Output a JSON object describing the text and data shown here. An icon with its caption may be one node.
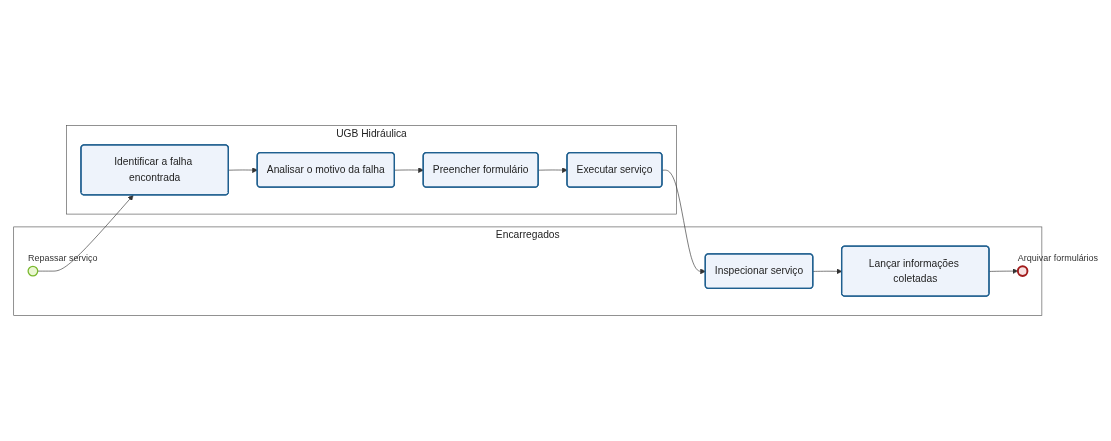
{
  "diagram": {
    "nodes": [
      {
        "text": [
          "Encarregados"
        ]
      },
      {
        "text": [],
        "shape": "circle",
        "beside": [
          "Repassar serviço"
        ],
        "in": 0
      },
      {
        "text": [
          "Inspecionar serviço"
        ],
        "in": 0
      },
      {
        "text": [
          "Lançar informações coletadas"
        ],
        "in": 0
      },
      {
        "text": [],
        "shape": "circle",
        "beside": [
          "Arquivar formulários"
        ],
        "in": 0
      },
      {
        "text": [
          "UGB Hidráulica"
        ]
      },
      {
        "text": [
          "Identificar a falha encontrada"
        ],
        "in": 5
      },
      {
        "text": [
          "Analisar o motivo da falha"
        ],
        "in": 5
      },
      {
        "text": [
          "Preencher formulário"
        ],
        "in": 5
      },
      {
        "text": [
          "Executar serviço"
        ],
        "in": 5
      }
    ],
    "edges": [
      {
        "from": 1,
        "to": 6,
        "arrow": "to"
      },
      {
        "from": 6,
        "to": 7,
        "arrow": "to"
      },
      {
        "from": 7,
        "to": 8,
        "arrow": "to"
      },
      {
        "from": 8,
        "to": 9,
        "arrow": "to"
      },
      {
        "from": 9,
        "to": 2,
        "arrow": "to"
      },
      {
        "from": 2,
        "to": 3,
        "arrow": "to"
      },
      {
        "from": 3,
        "to": 4,
        "arrow": "to"
      }
    ]
  }
}
